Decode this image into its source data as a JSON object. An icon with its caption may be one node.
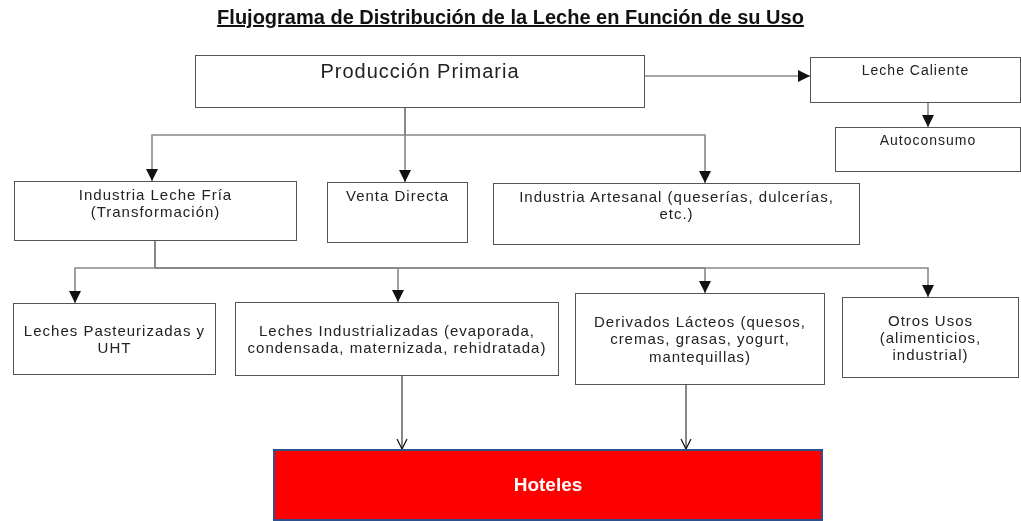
{
  "diagram": {
    "title": "Flujograma de Distribución de la Leche en Función de su Uso",
    "nodes": [
      {
        "text": [
          "Producción Primaria"
        ]
      },
      {
        "text": [
          "Leche Caliente"
        ]
      },
      {
        "text": [
          "Autoconsumo"
        ]
      },
      {
        "text": [
          "Industria Leche Fría (Transformación)"
        ]
      },
      {
        "text": [
          "Venta Directa"
        ]
      },
      {
        "text": [
          "Industria Artesanal (queserías, dulcerías, etc.)"
        ]
      },
      {
        "text": [
          "Leches Pasteurizadas y UHT"
        ]
      },
      {
        "text": [
          "Leches Industrializadas (evaporada, condensada, maternizada, rehidratada)"
        ]
      },
      {
        "text": [
          "Derivados Lácteos (quesos, cremas, grasas, yogurt, mantequillas)"
        ]
      },
      {
        "text": [
          "Otros Usos (alimenticios, industrial)"
        ]
      },
      {
        "text": [
          "Hoteles"
        ]
      }
    ],
    "edges": [
      {
        "from": 0,
        "to": 1,
        "arrow": "to"
      },
      {
        "from": 1,
        "to": 2,
        "arrow": "to"
      },
      {
        "from": 0,
        "to": 3,
        "arrow": "to"
      },
      {
        "from": 0,
        "to": 4,
        "arrow": "to"
      },
      {
        "from": 0,
        "to": 5,
        "arrow": "to"
      },
      {
        "from": 3,
        "to": 6,
        "arrow": "to"
      },
      {
        "from": 3,
        "to": 7,
        "arrow": "to"
      },
      {
        "from": 3,
        "to": 8,
        "arrow": "to"
      },
      {
        "from": 3,
        "to": 9,
        "arrow": "to"
      },
      {
        "from": 7,
        "to": 10,
        "arrow": "to",
        "color": "#111111"
      },
      {
        "from": 8,
        "to": 10,
        "arrow": "to",
        "color": "#111111"
      }
    ]
  }
}
